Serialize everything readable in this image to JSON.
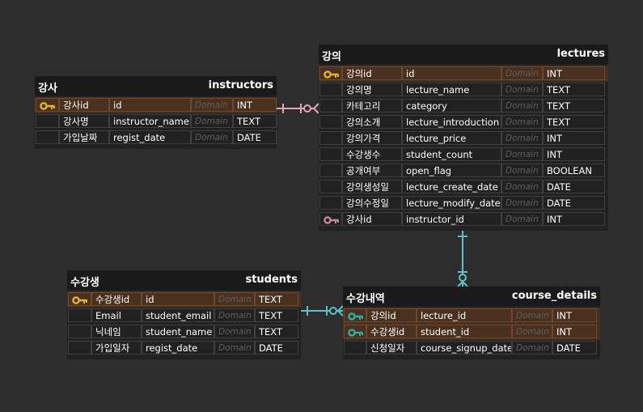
{
  "colors": {
    "background": "#2d2d2d",
    "pk_row": "#4a311f",
    "pk_key": "#e8b429",
    "fk_key": "#c98a9a",
    "pkfk_key": "#2fb0a8",
    "line_pink": "#e8a5b6",
    "line_teal": "#5fc0c8"
  },
  "tables": {
    "instructors": {
      "logical": "강사",
      "physical": "instructors",
      "columns": [
        {
          "logical": "강사id",
          "physical": "id",
          "domain": "Domain",
          "type": "INT",
          "key": "pk"
        },
        {
          "logical": "강사명",
          "physical": "instructor_name",
          "domain": "Domain",
          "type": "TEXT",
          "key": ""
        },
        {
          "logical": "가입날짜",
          "physical": "regist_date",
          "domain": "Domain",
          "type": "DATE",
          "key": ""
        }
      ]
    },
    "lectures": {
      "logical": "강의",
      "physical": "lectures",
      "columns": [
        {
          "logical": "강의id",
          "physical": "id",
          "domain": "Domain",
          "type": "INT",
          "key": "pk"
        },
        {
          "logical": "강의명",
          "physical": "lecture_name",
          "domain": "Domain",
          "type": "TEXT",
          "key": ""
        },
        {
          "logical": "카테고리",
          "physical": "category",
          "domain": "Domain",
          "type": "TEXT",
          "key": ""
        },
        {
          "logical": "강의소개",
          "physical": "lecture_introduction",
          "domain": "Domain",
          "type": "TEXT",
          "key": ""
        },
        {
          "logical": "강의가격",
          "physical": "lecture_price",
          "domain": "Domain",
          "type": "INT",
          "key": ""
        },
        {
          "logical": "수강생수",
          "physical": "student_count",
          "domain": "Domain",
          "type": "INT",
          "key": ""
        },
        {
          "logical": "공개여부",
          "physical": "open_flag",
          "domain": "Domain",
          "type": "BOOLEAN",
          "key": ""
        },
        {
          "logical": "강의생성일",
          "physical": "lecture_create_date",
          "domain": "Domain",
          "type": "DATE",
          "key": ""
        },
        {
          "logical": "강의수정일",
          "physical": "lecture_modify_date",
          "domain": "Domain",
          "type": "DATE",
          "key": ""
        },
        {
          "logical": "강사id",
          "physical": "instructor_id",
          "domain": "Domain",
          "type": "INT",
          "key": "fk"
        }
      ]
    },
    "students": {
      "logical": "수강생",
      "physical": "students",
      "columns": [
        {
          "logical": "수강생id",
          "physical": "id",
          "domain": "Domain",
          "type": "TEXT",
          "key": "pk"
        },
        {
          "logical": "Email",
          "physical": "student_email",
          "domain": "Domain",
          "type": "TEXT",
          "key": ""
        },
        {
          "logical": "닉네임",
          "physical": "student_name",
          "domain": "Domain",
          "type": "TEXT",
          "key": ""
        },
        {
          "logical": "가입일자",
          "physical": "regist_date",
          "domain": "Domain",
          "type": "DATE",
          "key": ""
        }
      ]
    },
    "course_details": {
      "logical": "수강내역",
      "physical": "course_details",
      "columns": [
        {
          "logical": "강의id",
          "physical": "lecture_id",
          "domain": "Domain",
          "type": "INT",
          "key": "pkfk"
        },
        {
          "logical": "수강생id",
          "physical": "student_id",
          "domain": "Domain",
          "type": "INT",
          "key": "pkfk"
        },
        {
          "logical": "신청일자",
          "physical": "course_signup_date",
          "domain": "Domain",
          "type": "DATE",
          "key": ""
        }
      ]
    }
  }
}
